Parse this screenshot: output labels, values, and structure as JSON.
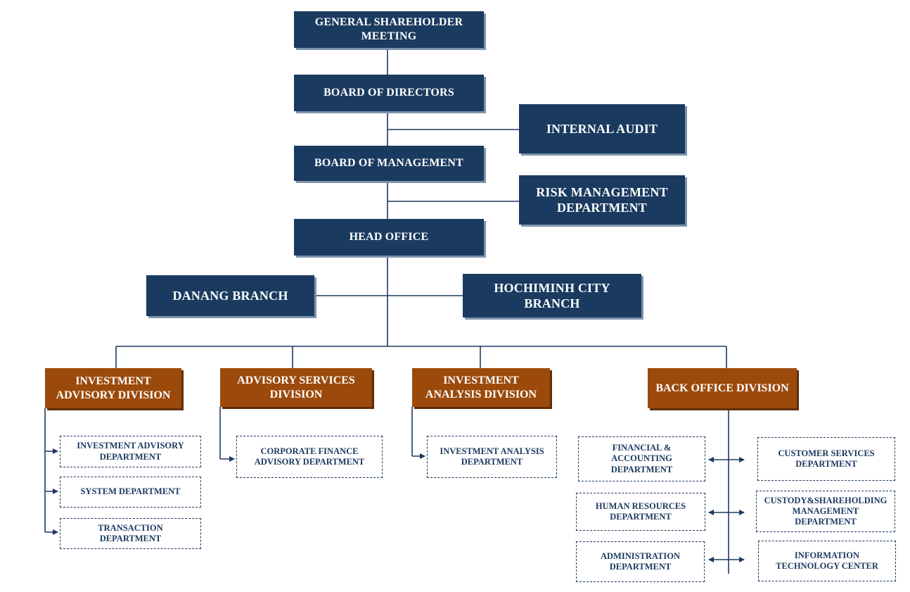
{
  "colors": {
    "navy": "#1b3a60",
    "brown": "#9c4a0c",
    "line": "#1b3a60"
  },
  "top": {
    "shareholder_meeting": "GENERAL SHAREHOLDER\nMEETING",
    "board_of_directors": "BOARD OF DIRECTORS",
    "internal_audit": "INTERNAL AUDIT",
    "board_of_management": "BOARD OF MANAGEMENT",
    "risk_management": "RISK MANAGEMENT\nDEPARTMENT",
    "head_office": "HEAD OFFICE",
    "danang_branch": "DANANG BRANCH",
    "hcmc_branch": "HOCHIMINH CITY\nBRANCH"
  },
  "divisions": {
    "investment_advisory": "INVESTMENT\nADVISORY DIVISION",
    "advisory_services": "ADVISORY SERVICES\nDIVISION",
    "investment_analysis": "INVESTMENT\nANALYSIS DIVISION",
    "back_office": "BACK OFFICE DIVISION"
  },
  "departments": {
    "investment_advisory_dept": "INVESTMENT ADVISORY\nDEPARTMENT",
    "system_dept": "SYSTEM DEPARTMENT",
    "transaction_dept": "TRANSACTION\nDEPARTMENT",
    "corporate_finance_dept": "CORPORATE FINANCE\nADVISORY DEPARTMENT",
    "investment_analysis_dept": "INVESTMENT ANALYSIS\nDEPARTMENT",
    "financial_accounting_dept": "FINANCIAL &\nACCOUNTING\nDEPARTMENT",
    "human_resources_dept": "HUMAN RESOURCES\nDEPARTMENT",
    "administration_dept": "ADMINISTRATION\nDEPARTMENT",
    "customer_services_dept": "CUSTOMER SERVICES\nDEPARTMENT",
    "custody_dept": "CUSTODY&SHAREHOLDING\nMANAGEMENT\nDEPARTMENT",
    "it_center": "INFORMATION\nTECHNOLOGY CENTER"
  }
}
